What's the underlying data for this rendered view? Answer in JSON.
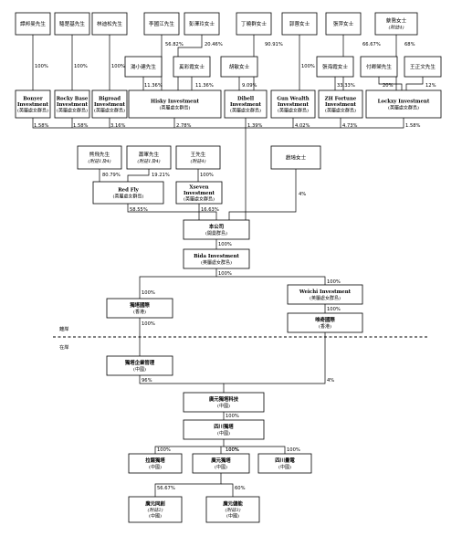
{
  "nodes": {
    "tan": {
      "lines": [
        "譚邦曼先生"
      ]
    },
    "luo": {
      "lines": [
        "駱楚基先生"
      ]
    },
    "lin": {
      "lines": [
        "林迪松先生"
      ]
    },
    "li": {
      "lines": [
        "李國江先生"
      ]
    },
    "peng": {
      "lines": [
        "彭澤玲女士"
      ]
    },
    "ding": {
      "lines": [
        "丁曉群女士"
      ]
    },
    "guo": {
      "lines": [
        "郭蓉女士"
      ]
    },
    "zhang": {
      "lines": [
        "張萍女士"
      ]
    },
    "cai": {
      "lines": [
        "蔡喬女士",
        "(附註4)"
      ]
    },
    "tang": {
      "lines": [
        "湯小建先生"
      ]
    },
    "xi": {
      "lines": [
        "奚彩霞女士"
      ]
    },
    "hu": {
      "lines": [
        "胡敏女士"
      ]
    },
    "zhanghy": {
      "lines": [
        "張海霞女士"
      ]
    },
    "fu": {
      "lines": [
        "付卿榮先生"
      ]
    },
    "wang_zw": {
      "lines": [
        "王正文先生"
      ]
    },
    "bonyer": {
      "lines": [
        "Bonyer",
        "Investment",
        "(英屬處女群島)"
      ]
    },
    "rockybase": {
      "lines": [
        "Rocky Base",
        "Investment",
        "(英屬處女群島)"
      ]
    },
    "bigroad": {
      "lines": [
        "Bigroad",
        "Investment",
        "(英屬處女群島)"
      ]
    },
    "hisky": {
      "lines": [
        "Hisky Investment",
        "(英屬處女群島)"
      ]
    },
    "dibell": {
      "lines": [
        "Dibell",
        "Investment",
        "(英屬處女群島)"
      ]
    },
    "gunwealth": {
      "lines": [
        "Gun Wealth",
        "Investment",
        "(英屬處女群島)"
      ]
    },
    "zhfortune": {
      "lines": [
        "ZH Fortune",
        "Investment",
        "(英屬處女群島)"
      ]
    },
    "lockxy": {
      "lines": [
        "Lockxy Investment",
        "(英屬處女群島)"
      ]
    },
    "xiong": {
      "lines": [
        "熊飛先生",
        "(附註1及4)"
      ]
    },
    "xiaojun": {
      "lines": [
        "蕭軍先生",
        "(附註1及4)"
      ]
    },
    "wangxs": {
      "lines": [
        "王先生",
        "(附註4)"
      ]
    },
    "zhaoqi": {
      "lines": [
        "趙琦女士"
      ]
    },
    "redfly": {
      "lines": [
        "Red Fly",
        "(英屬處女群島)"
      ]
    },
    "xseven": {
      "lines": [
        "Xseven",
        "Investment",
        "(英屬處女群島)"
      ]
    },
    "company": {
      "lines": [
        "本公司",
        "(開曼群島)"
      ]
    },
    "bida": {
      "lines": [
        "Bida Investment",
        "(英屬處女群島)"
      ]
    },
    "weichi": {
      "lines": [
        "Weichi Investment",
        "(英屬處女群島)"
      ]
    },
    "dutaintl": {
      "lines": [
        "獨塔國際",
        "(香港)"
      ]
    },
    "weiqiintl": {
      "lines": [
        "唯奇國際",
        "(香港)"
      ]
    },
    "dutamgmt": {
      "lines": [
        "獨塔企業管理",
        "(中國)"
      ]
    },
    "guangyuantech": {
      "lines": [
        "廣元獨塔科技",
        "(中國)"
      ]
    },
    "sichuan": {
      "lines": [
        "四川獨塔",
        "(中國)"
      ]
    },
    "lasa": {
      "lines": [
        "拉薩獨塔",
        "(中國)"
      ]
    },
    "guangyuan": {
      "lines": [
        "廣元獨塔",
        "(中國)"
      ]
    },
    "sichuanlq": {
      "lines": [
        "四川量電",
        "(中國)"
      ]
    },
    "gytongchuang": {
      "lines": [
        "廣元同創",
        "(附註2)",
        "(中國)"
      ]
    },
    "gyjineng": {
      "lines": [
        "廣元儲能",
        "(附註3)",
        "(中國)"
      ]
    }
  },
  "percentages": [
    "100%",
    "100%",
    "100%",
    "56.82%",
    "20.46%",
    "90.91%",
    "100%",
    "66.67%",
    "68%",
    "11.36%",
    "11.36%",
    "9.09%",
    "33.33%",
    "20%",
    "12%",
    "1.58%",
    "1.58%",
    "3.16%",
    "2.78%",
    "1.39%",
    "4.02%",
    "4.73%",
    "1.58%",
    "80.79%",
    "19.21%",
    "100%",
    "4%",
    "58.55%",
    "16.63%",
    "100%",
    "100%",
    "100%",
    "100%",
    "100%",
    "100%",
    "96%",
    "4%",
    "100%",
    "100%",
    "100%",
    "100%",
    "100%",
    "56.67%",
    "60%"
  ],
  "zones": {
    "offshore": "離岸",
    "onshore": "在岸"
  }
}
